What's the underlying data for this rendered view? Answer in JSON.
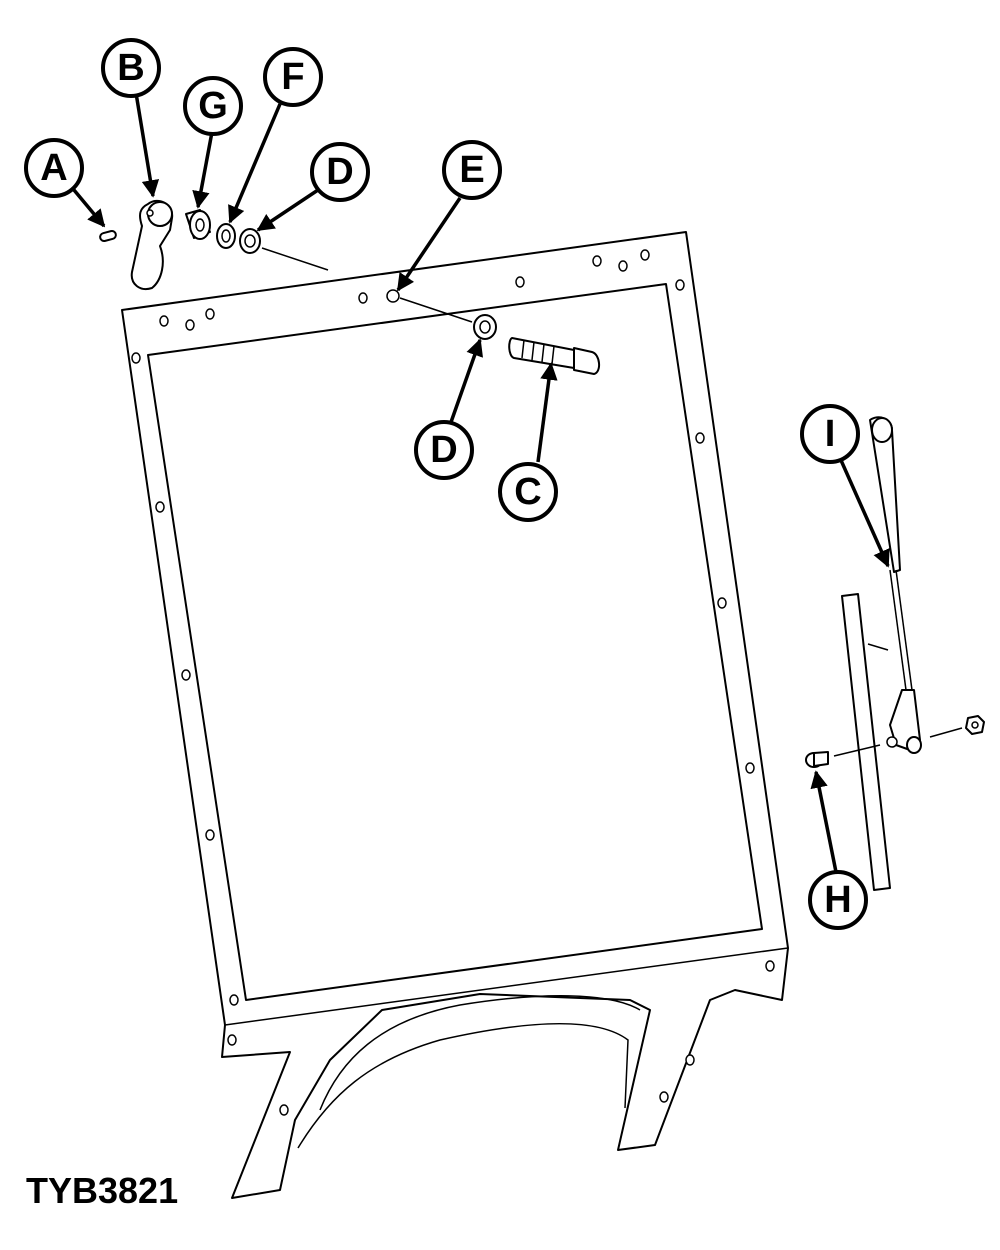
{
  "figure": {
    "id_label": "TYB3821"
  },
  "callouts": {
    "a": "A",
    "b": "B",
    "g": "G",
    "f": "F",
    "d_top": "D",
    "e": "E",
    "d_mid": "D",
    "c": "C",
    "i": "I",
    "h": "H"
  },
  "colors": {
    "line": "#000000",
    "background": "#ffffff"
  }
}
